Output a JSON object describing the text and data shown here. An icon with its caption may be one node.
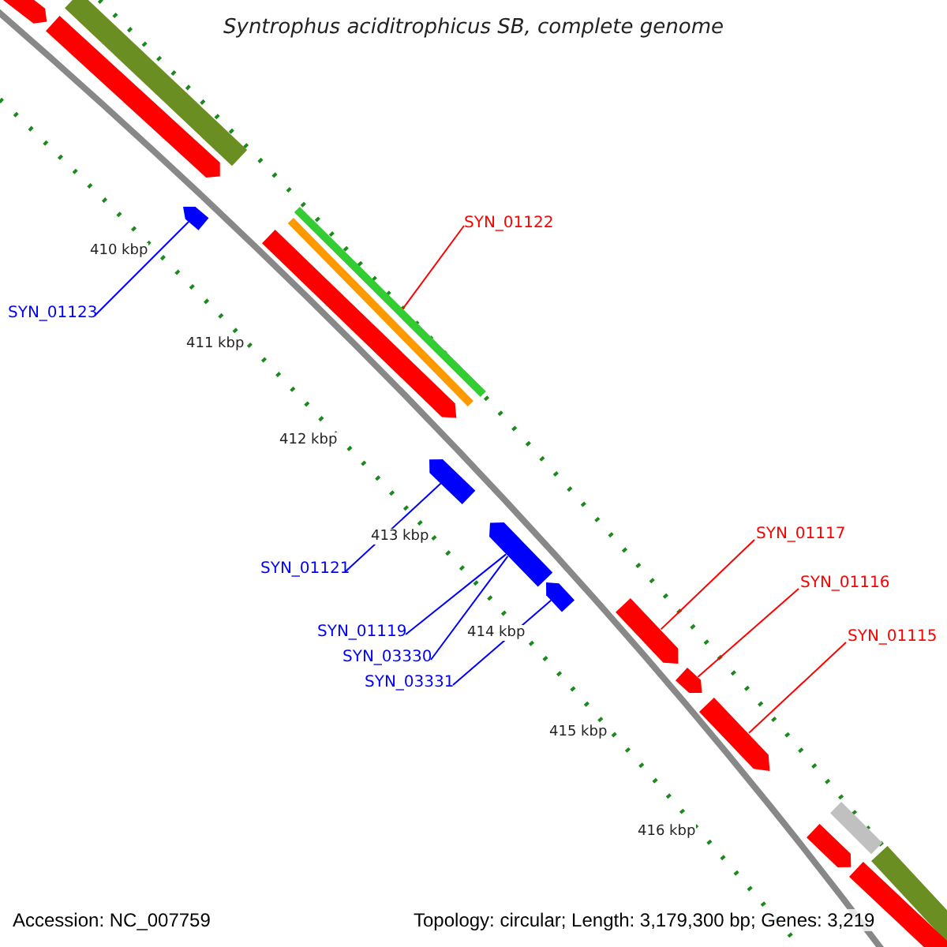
{
  "diagram": {
    "title": "Syntrophus aciditrophicus SB, complete genome",
    "nodes": [
      {
        "text": [
          "SYN_01122"
        ]
      },
      {
        "text": [],
        "shape": "bar"
      },
      {
        "text": [
          "SYN_01123"
        ]
      },
      {
        "text": [],
        "shape": "bar"
      },
      {
        "text": [
          "SYN_01121"
        ]
      },
      {
        "text": [],
        "shape": "bar"
      },
      {
        "text": [
          "SYN_01119"
        ]
      },
      {
        "text": [],
        "shape": "bar"
      },
      {
        "text": [
          "SYN_03330"
        ]
      },
      {
        "text": [],
        "shape": "bar"
      },
      {
        "text": [
          "SYN_03331"
        ]
      },
      {
        "text": [
          "SYN_01117"
        ]
      },
      {
        "text": [],
        "shape": "bar"
      },
      {
        "text": [
          "SYN_01116"
        ]
      },
      {
        "text": [],
        "shape": "bar"
      },
      {
        "text": [
          "SYN_01115"
        ]
      },
      {
        "text": [],
        "shape": "bar"
      },
      {
        "text": [],
        "shape": "bar"
      },
      {
        "text": [],
        "shape": "bar"
      },
      {
        "text": [],
        "shape": "bar"
      },
      {
        "text": [],
        "shape": "bar"
      },
      {
        "text": [],
        "shape": "bar"
      },
      {
        "text": [],
        "shape": "bar"
      },
      {
        "text": [],
        "shape": "bar"
      }
    ],
    "edges": [
      {
        "from": 0,
        "to": 1,
        "arrow": "none",
        "color": "#ff0000"
      },
      {
        "from": 2,
        "to": 3,
        "arrow": "none",
        "color": "#0000ff"
      },
      {
        "from": 4,
        "to": 5,
        "arrow": "none",
        "color": "#0000ff"
      },
      {
        "from": 6,
        "to": 7,
        "arrow": "none",
        "color": "#0000ff"
      },
      {
        "from": 8,
        "to": 7,
        "arrow": "none",
        "color": "#0000ff"
      },
      {
        "from": 10,
        "to": 9,
        "arrow": "none",
        "color": "#0000ff"
      },
      {
        "from": 11,
        "to": 12,
        "arrow": "none",
        "color": "#ff0000"
      },
      {
        "from": 13,
        "to": 14,
        "arrow": "none",
        "color": "#ff0000"
      },
      {
        "from": 15,
        "to": 16,
        "arrow": "none",
        "color": "#ff0000"
      }
    ],
    "labels": [
      "410 kbp",
      "411 kbp",
      "412 kbp",
      "413 kbp",
      "414 kbp",
      "415 kbp",
      "416 kbp",
      "Accession: NC_007759",
      "Topology: circular; Length: 3,179,300 bp; Genes: 3,219"
    ]
  }
}
